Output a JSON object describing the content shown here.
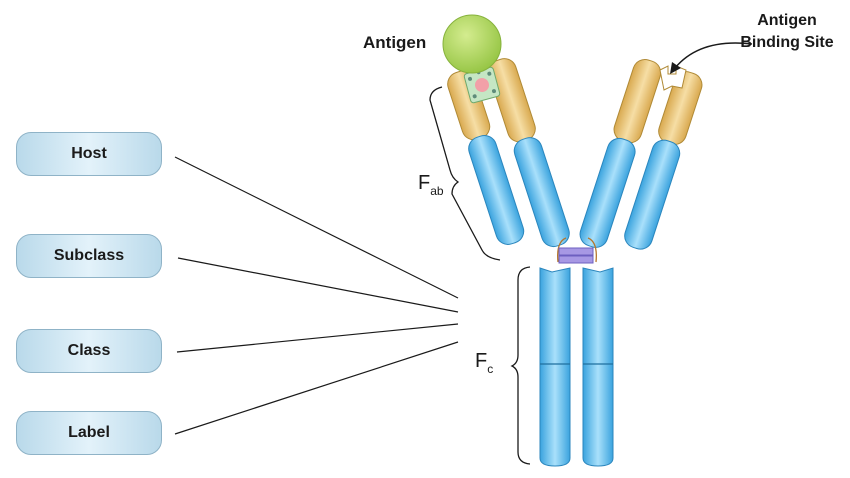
{
  "pills": {
    "host": "Host",
    "subclass": "Subclass",
    "class": "Class",
    "label": "Label"
  },
  "labels": {
    "antigen": "Antigen",
    "binding_site_line1": "Antigen",
    "binding_site_line2": "Binding Site",
    "fab_main": "F",
    "fab_sub": "ab",
    "fc_main": "F",
    "fc_sub": "c"
  },
  "colors": {
    "heavy_chain_blue": "#5bb8ea",
    "fab_gold": "#e6c173",
    "antigen_green": "#a6cf57",
    "hinge_purple": "#9b8fdc",
    "pill_fill": "#cfe6f3"
  }
}
